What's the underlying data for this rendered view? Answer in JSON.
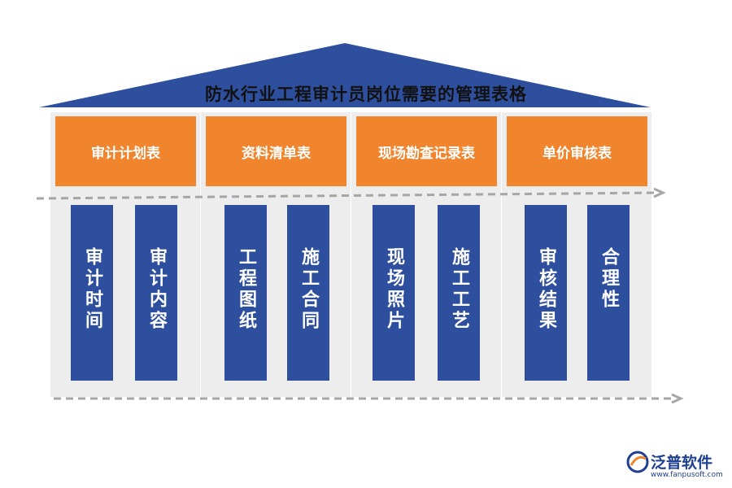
{
  "title": "防水行业工程审计员岗位需要的管理表格",
  "colors": {
    "roof": "#2e4f9e",
    "header": "#f0852d",
    "pillar": "#2e4f9e",
    "panel": "#ededed",
    "arrow": "#a6a6a6"
  },
  "columns": [
    {
      "header": "审计计划表",
      "pillars": [
        "审计时间",
        "审计内容"
      ]
    },
    {
      "header": "资料清单表",
      "pillars": [
        "工程图纸",
        "施工合同"
      ]
    },
    {
      "header": "现场勘查记录表",
      "pillars": [
        "现场照片",
        "施工工艺"
      ]
    },
    {
      "header": "单价审核表",
      "pillars": [
        "审核结果",
        "合理性"
      ]
    }
  ],
  "logo": {
    "brand": "泛普软件",
    "url": "www.fanpusoft.com",
    "icon": "fanpu-logo-icon"
  }
}
